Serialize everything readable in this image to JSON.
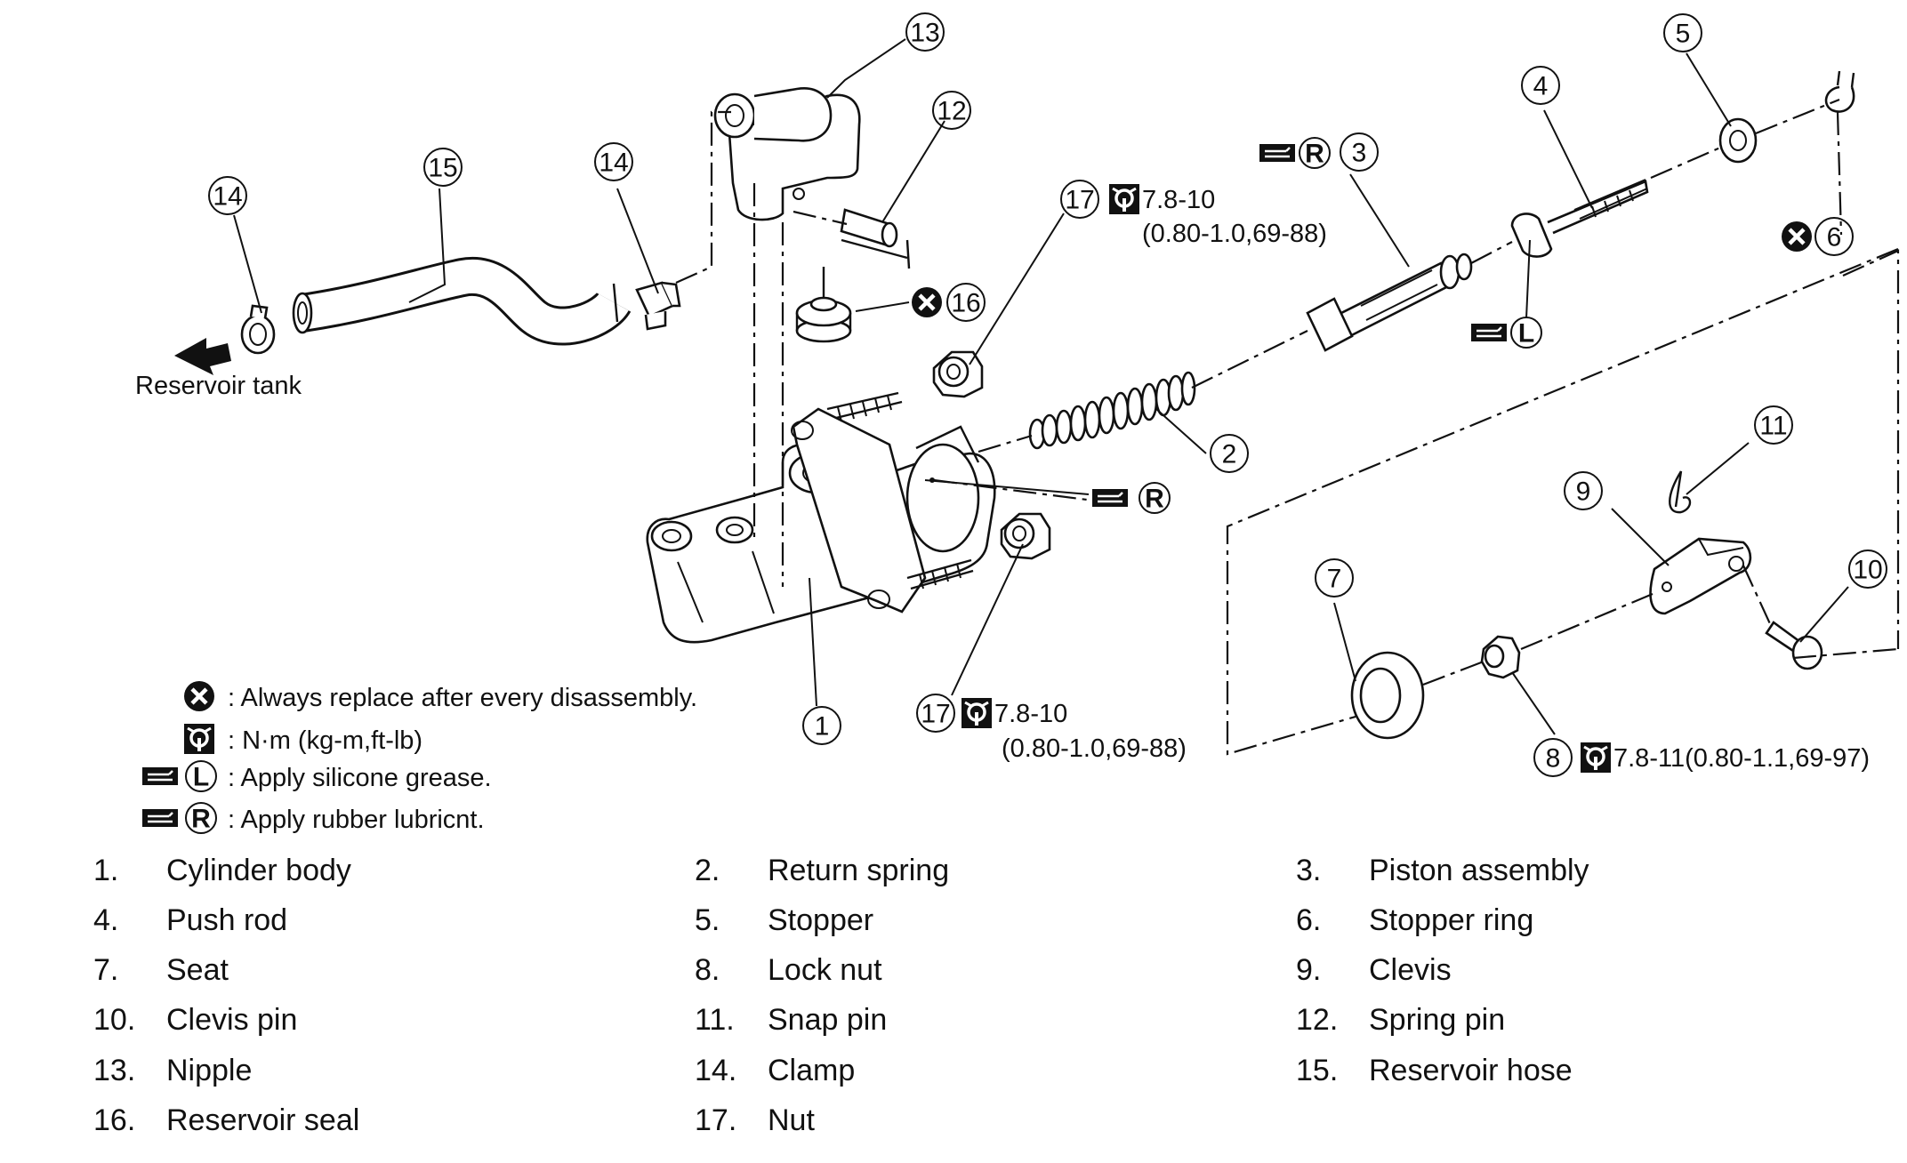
{
  "labels": {
    "reservoir_tank": "Reservoir tank"
  },
  "callouts": [
    "1",
    "2",
    "3",
    "4",
    "5",
    "6",
    "7",
    "8",
    "9",
    "10",
    "11",
    "12",
    "13",
    "14",
    "15",
    "16",
    "17"
  ],
  "torque_specs": {
    "nut_upper_value": "7.8-10",
    "nut_upper_units": "(0.80-1.0,69-88)",
    "nut_lower_value": "7.8-10",
    "nut_lower_units": "(0.80-1.0,69-88)",
    "lock_nut": "7.8-11(0.80-1.1,69-97)"
  },
  "symbols": {
    "replace": "replace-x-icon",
    "torque": "torque-wrench-icon",
    "silicone": "grease-L-icon",
    "rubber": "lubricant-R-icon",
    "letter_l": "L",
    "letter_r": "R"
  },
  "notes": [
    ": Always replace after every disassembly.",
    ": N·m (kg-m,ft-lb)",
    ": Apply silicone grease.",
    ": Apply rubber lubricnt."
  ],
  "parts": [
    {
      "num": "1.",
      "name": "Cylinder body"
    },
    {
      "num": "2.",
      "name": "Return spring"
    },
    {
      "num": "3.",
      "name": "Piston assembly"
    },
    {
      "num": "4.",
      "name": "Push rod"
    },
    {
      "num": "5.",
      "name": "Stopper"
    },
    {
      "num": "6.",
      "name": "Stopper ring"
    },
    {
      "num": "7.",
      "name": "Seat"
    },
    {
      "num": "8.",
      "name": "Lock nut"
    },
    {
      "num": "9.",
      "name": "Clevis"
    },
    {
      "num": "10.",
      "name": "Clevis pin"
    },
    {
      "num": "11.",
      "name": "Snap pin"
    },
    {
      "num": "12.",
      "name": "Spring pin"
    },
    {
      "num": "13.",
      "name": "Nipple"
    },
    {
      "num": "14.",
      "name": "Clamp"
    },
    {
      "num": "15.",
      "name": "Reservoir hose"
    },
    {
      "num": "16.",
      "name": "Reservoir seal"
    },
    {
      "num": "17.",
      "name": "Nut"
    }
  ]
}
